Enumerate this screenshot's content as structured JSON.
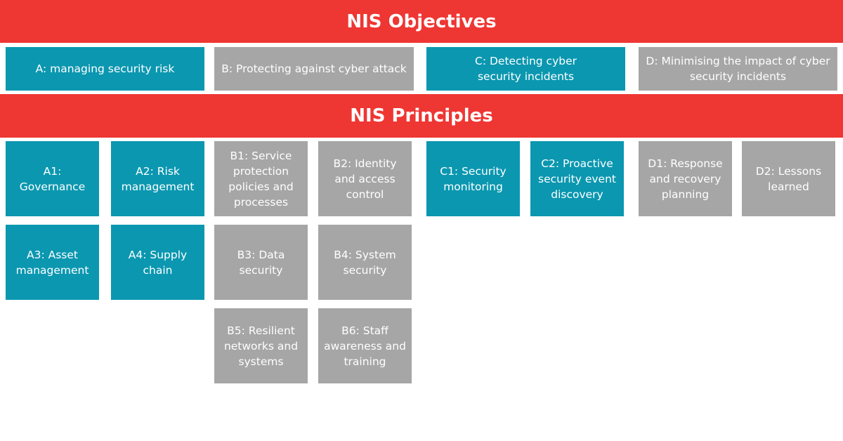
{
  "objectives_title": "NIS Objectives",
  "principles_title": "NIS Principles",
  "colors": {
    "header": "#ee3633",
    "teal": "#0b97b0",
    "gray": "#a6a6a6"
  },
  "objectives": [
    {
      "label": "A: managing security risk"
    },
    {
      "label": "B: Protecting against cyber attack"
    },
    {
      "label": "C: Detecting cyber security incidents"
    },
    {
      "label": "D: Minimising the impact of cyber security incidents"
    }
  ],
  "principles": {
    "A1": "A1: Governance",
    "A2": "A2: Risk management",
    "A3": "A3: Asset management",
    "A4": "A4: Supply chain",
    "B1": "B1: Service protection policies and processes",
    "B2": "B2: Identity and access control",
    "B3": "B3: Data security",
    "B4": "B4: System security",
    "B5": "B5: Resilient networks and systems",
    "B6": "B6: Staff awareness and training",
    "C1": "C1: Security monitoring",
    "C2": "C2: Proactive security event discovery",
    "D1": "D1: Response and recovery planning",
    "D2": "D2: Lessons learned"
  }
}
